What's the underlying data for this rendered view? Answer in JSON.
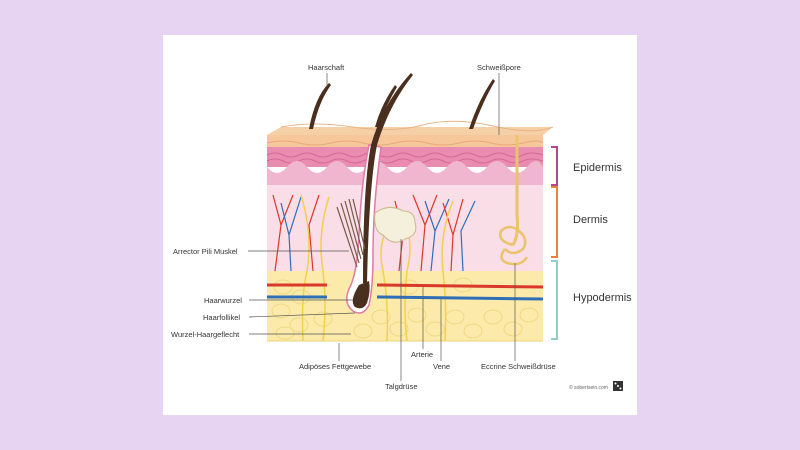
{
  "labels": {
    "hair_shaft": "Haarschaft",
    "sweat_pore": "Schweißpore",
    "arrector": "Arrector Pili Muskel",
    "hair_root": "Haarwurzel",
    "hair_follicle": "Haarfollikel",
    "root_plexus": "Wurzel-Haargeflecht",
    "adipose": "Adipöses Fettgewebe",
    "artery": "Arterie",
    "vein": "Vene",
    "sebaceous": "Talgdrüse",
    "eccrine": "Eccrine Schweißdrüse"
  },
  "layers": {
    "epidermis": "Epidermis",
    "dermis": "Dermis",
    "hypodermis": "Hypodermis"
  },
  "credit": "© sobertsein.com",
  "colors": {
    "background": "#e7d4f2",
    "epidermis_bracket": "#b0488f",
    "dermis_bracket": "#e8823c",
    "hypodermis_bracket": "#8fcfc4",
    "artery": "#d9382a",
    "vein": "#2e6fb8",
    "nerve": "#f2d14b",
    "hair": "#4a2e1e"
  }
}
